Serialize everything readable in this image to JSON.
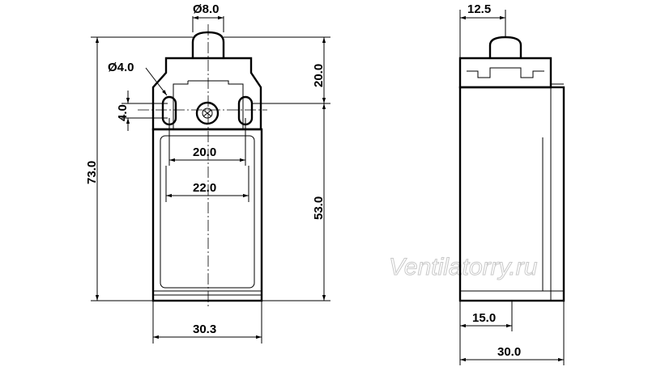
{
  "dimensions": {
    "pin_diameter": "Ø8.0",
    "hole_diameter": "Ø4.0",
    "slot_height": "4.0",
    "total_height": "73.0",
    "top_height": "20.0",
    "body_height": "53.0",
    "inner_width_20": "20.0",
    "inner_width_22": "22.0",
    "front_width": "30.3",
    "side_top_offset": "12.5",
    "side_bottom_offset": "15.0",
    "side_depth": "30.0"
  },
  "watermark": "Ventilatorry.ru"
}
